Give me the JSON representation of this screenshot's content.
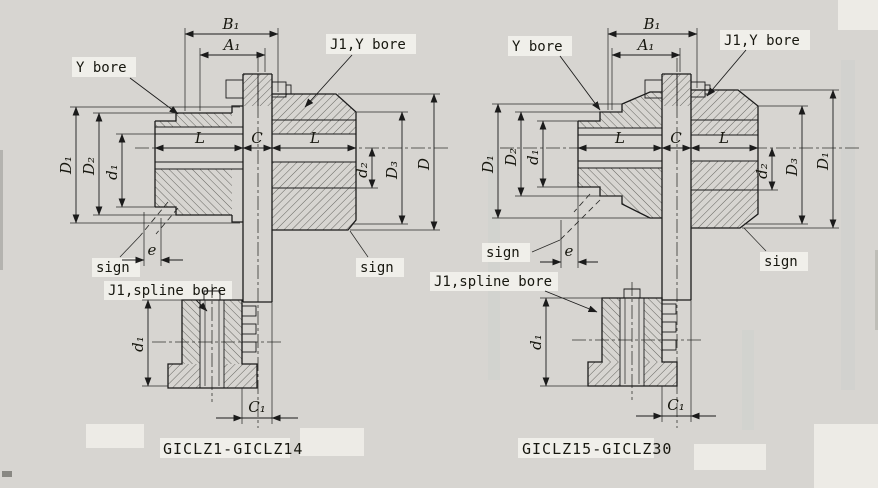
{
  "colors": {
    "background": "#d7d5d1",
    "ink": "#1b1b1b"
  },
  "left": {
    "caption": "GICLZ1-GICLZ14",
    "labels": {
      "b1": "B₁",
      "a1": "A₁",
      "y_bore": "Y bore",
      "j1_y_bore": "J1,Y bore",
      "D1": "D₁",
      "D2": "D₂",
      "d1": "d₁",
      "L_left": "L",
      "C": "C",
      "L_right": "L",
      "d2": "d₂",
      "D3": "D₃",
      "D": "D",
      "sign_left": "sign",
      "e": "e",
      "sign_right": "sign",
      "spline_bore": "J1,spline bore",
      "d1_section": "d₁",
      "C1": "C₁"
    }
  },
  "right": {
    "caption": "GICLZ15-GICLZ30",
    "labels": {
      "b1": "B₁",
      "a1": "A₁",
      "y_bore": "Y bore",
      "j1_y_bore": "J1,Y bore",
      "D1": "D₁",
      "D2": "D₂",
      "d1": "d₁",
      "L_left": "L",
      "C": "C",
      "L_right": "L",
      "d2": "d₂",
      "D3": "D₃",
      "D1_outer": "D₁",
      "sign_left": "sign",
      "e": "e",
      "sign_right": "sign",
      "spline_bore": "J1,spline bore",
      "d1_section": "d₁",
      "C1": "C₁"
    }
  }
}
